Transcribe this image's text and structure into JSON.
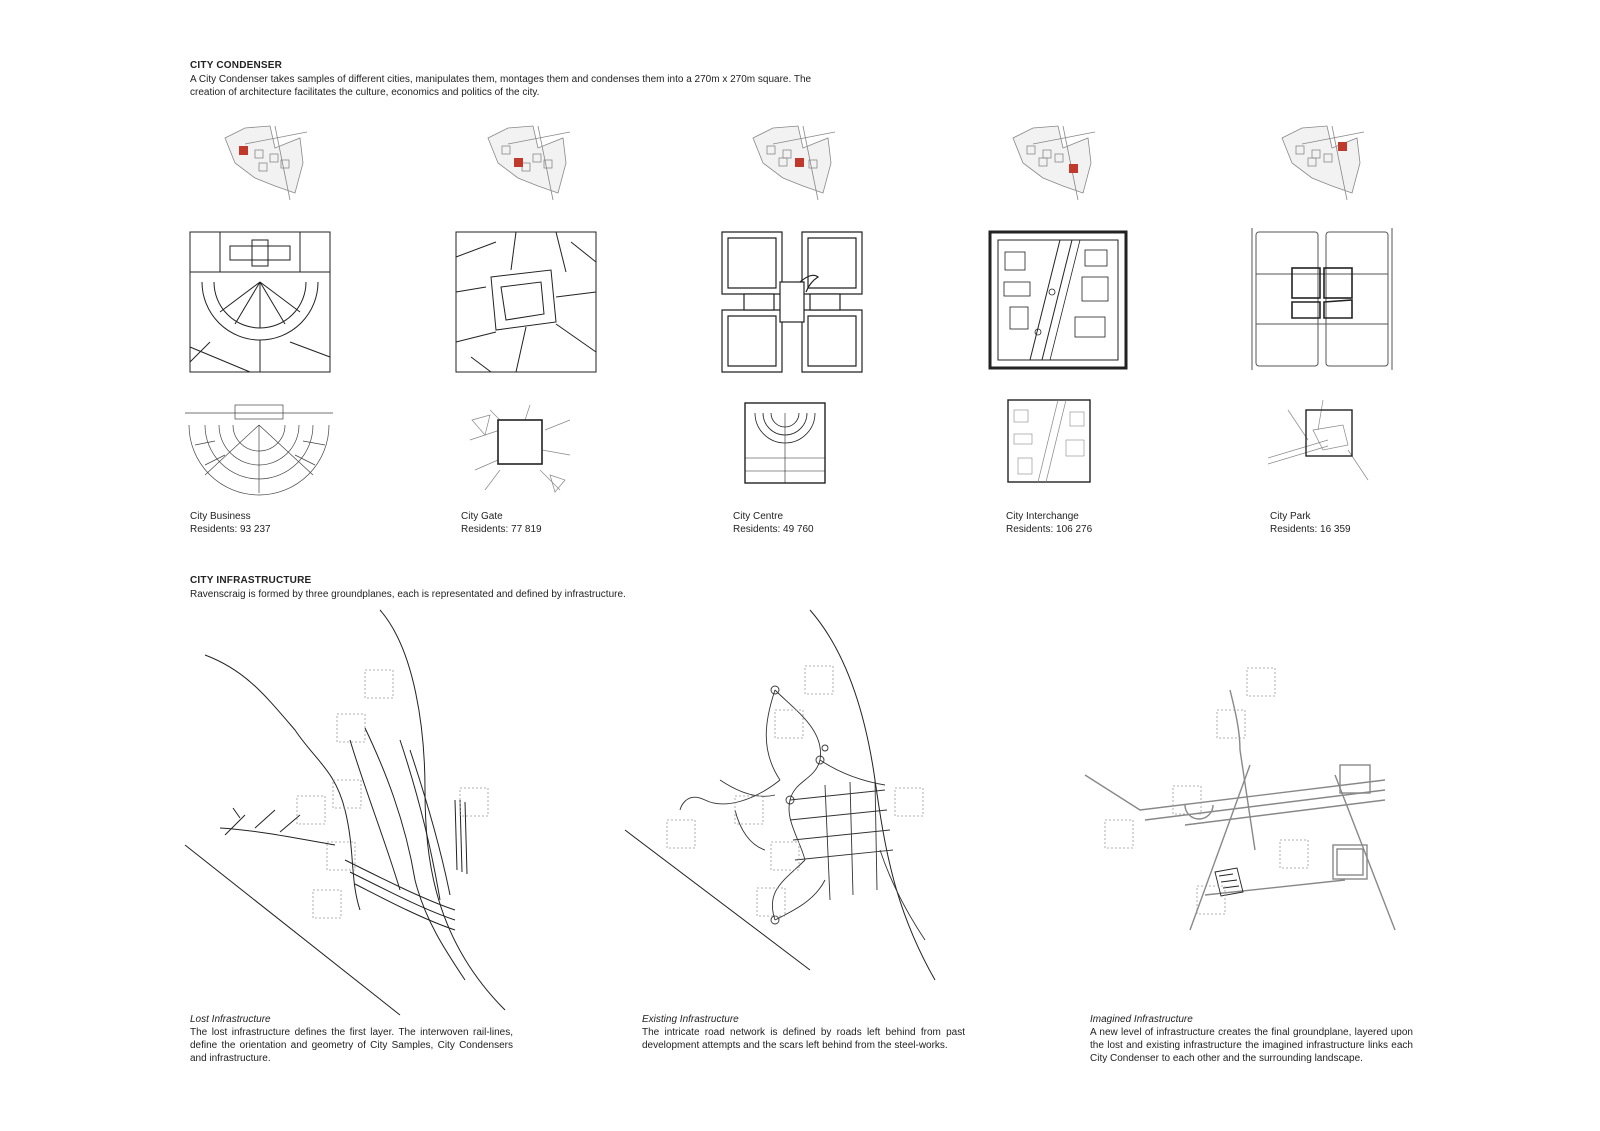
{
  "condenser": {
    "title": "CITY CONDENSER",
    "description_line1": "A City Condenser takes samples of different cities, manipulates them, montages them and condenses them into a 270m x 270m square. The",
    "description_line2": "creation of architecture facilitates the culture, economics and politics of the city.",
    "samples": [
      {
        "name": "City Business",
        "residents": "Residents: 93 237"
      },
      {
        "name": "City Gate",
        "residents": "Residents: 77 819"
      },
      {
        "name": "City Centre",
        "residents": "Residents: 49 760"
      },
      {
        "name": "City Interchange",
        "residents": "Residents: 106 276"
      },
      {
        "name": "City Park",
        "residents": "Residents: 16 359"
      }
    ]
  },
  "infrastructure": {
    "title": "CITY INFRASTRUCTURE",
    "description": "Ravenscraig is formed by three groundplanes, each is representated and defined by infrastructure.",
    "panels": [
      {
        "title": "Lost Infrastructure",
        "text": "The lost infrastructure defines the first layer. The interwoven rail-lines, define the orientation and geometry of City Samples, City Condensers and infrastructure."
      },
      {
        "title": "Existing Infrastructure",
        "text": "The intricate road network is defined by roads left behind from past development attempts and the scars left behind from the steel-works."
      },
      {
        "title": "Imagined Infrastructure",
        "text": "A new level of infrastructure creates the final groundplane, layered upon the lost and  existing infrastructure the imagined infrastructure links each City Condenser to each other and the surrounding landscape."
      }
    ]
  },
  "colors": {
    "highlight": "#c0392b",
    "line": "#222222",
    "dashed": "#999999"
  }
}
